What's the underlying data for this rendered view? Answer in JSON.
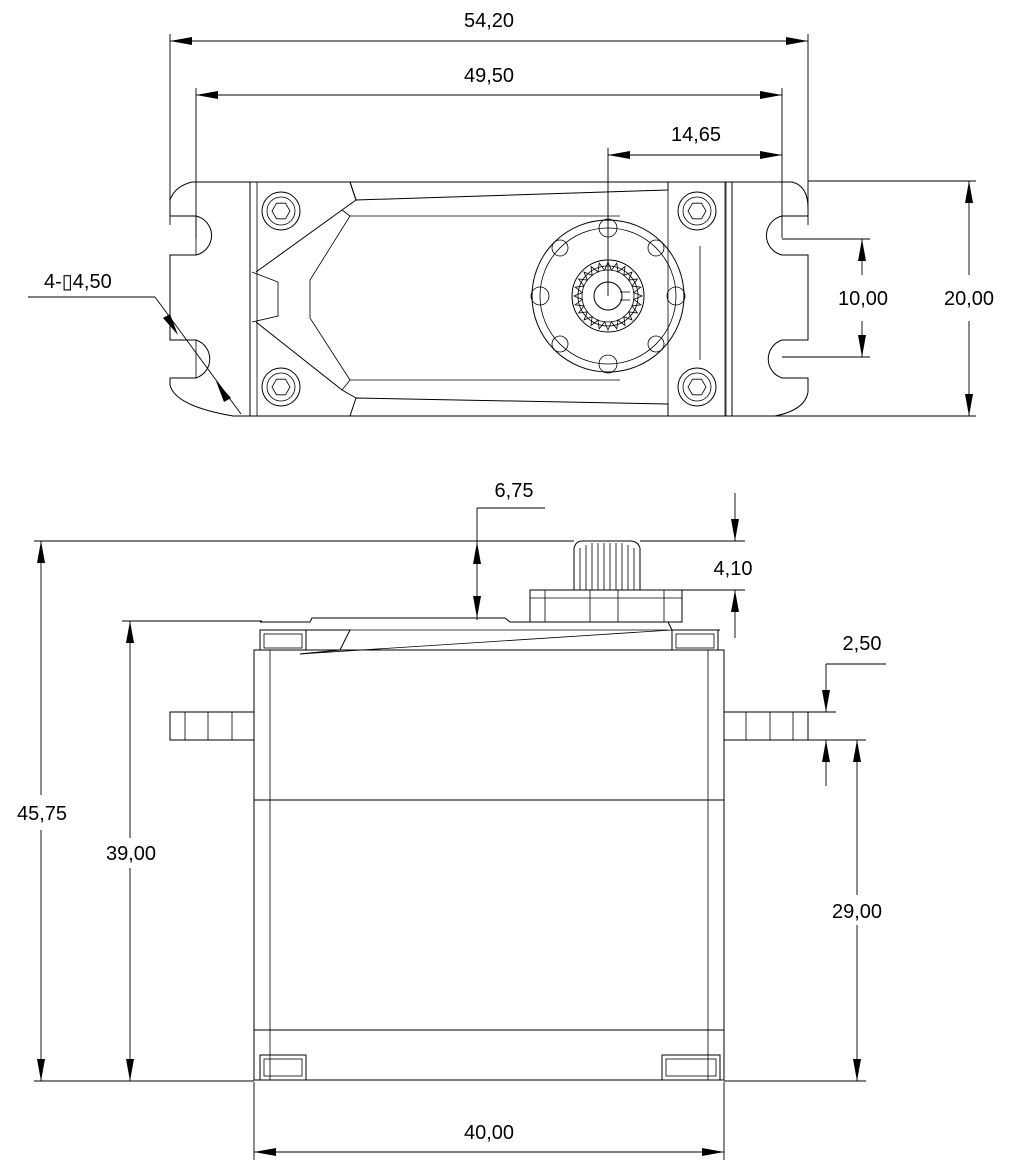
{
  "top_view": {
    "dim_overall_width": "54,20",
    "dim_hole_spacing_width": "49,50",
    "dim_shaft_offset": "14,65",
    "dim_hole_diameter": "4-▯4,50",
    "dim_hole_spacing_height": "10,00",
    "dim_overall_height": "20,00"
  },
  "side_view": {
    "dim_shaft_position": "6,75",
    "dim_spline_height": "4,10",
    "dim_tab_thickness": "2,50",
    "dim_total_height": "45,75",
    "dim_case_height": "39,00",
    "dim_tab_height": "29,00",
    "dim_case_width": "40,00"
  }
}
